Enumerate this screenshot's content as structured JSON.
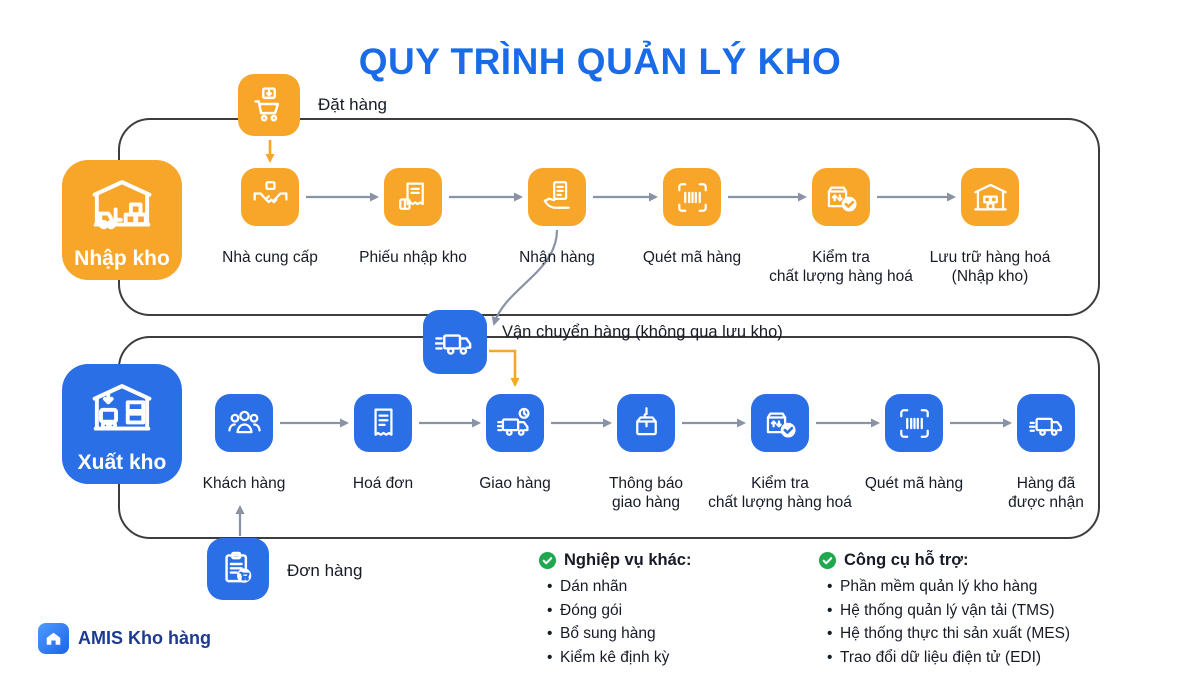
{
  "title": "QUY TRÌNH QUẢN LÝ KHO",
  "colors": {
    "orange": "#F8A62A",
    "blue": "#2B6FE6",
    "title": "#1A6BE8",
    "green": "#1FA84F",
    "arrow": "#8A93A6",
    "frame_border": "#3D3D3D",
    "text": "#161B26",
    "logo_text": "#1D3A8F"
  },
  "flows": [
    {
      "id": "nhap-kho",
      "label": "Nhập kho",
      "theme": "orange",
      "badge_icon": "warehouse-forklift-icon",
      "steps": [
        {
          "label": "Nhà cung cấp",
          "icon": "handshake-icon"
        },
        {
          "label": "Phiếu nhập kho",
          "icon": "receipt-box-icon"
        },
        {
          "label": "Nhận hàng",
          "icon": "hand-receipt-icon"
        },
        {
          "label": "Quét mã hàng",
          "icon": "barcode-scan-icon"
        },
        {
          "label": "Kiểm tra\nchất lượng hàng hoá",
          "icon": "quality-check-icon"
        },
        {
          "label": "Lưu trữ hàng hoá\n(Nhập kho)",
          "icon": "storage-shelf-icon"
        }
      ]
    },
    {
      "id": "xuat-kho",
      "label": "Xuất kho",
      "theme": "blue",
      "badge_icon": "warehouse-truck-icon",
      "steps": [
        {
          "label": "Khách hàng",
          "icon": "customers-icon"
        },
        {
          "label": "Hoá đơn",
          "icon": "invoice-icon"
        },
        {
          "label": "Giao hàng",
          "icon": "delivery-truck-icon"
        },
        {
          "label": "Thông báo\ngiao hàng",
          "icon": "package-notify-icon"
        },
        {
          "label": "Kiểm tra\nchất lượng hàng hoá",
          "icon": "quality-check-icon"
        },
        {
          "label": "Quét mã hàng",
          "icon": "barcode-scan-icon"
        },
        {
          "label": "Hàng đã\nđược nhận",
          "icon": "received-truck-icon"
        }
      ]
    }
  ],
  "annotations": {
    "dat_hang": {
      "label": "Đặt hàng",
      "icon": "order-cart-icon"
    },
    "van_chuyen": {
      "label": "Vận chuyển hàng (không qua lưu kho)",
      "icon": "shipping-truck-icon"
    },
    "don_hang": {
      "label": "Đơn hàng",
      "icon": "order-clipboard-icon"
    }
  },
  "lists": [
    {
      "title": "Nghiệp vụ khác:",
      "items": [
        "Dán nhãn",
        "Đóng gói",
        "Bổ sung hàng",
        "Kiểm kê định kỳ"
      ]
    },
    {
      "title": "Công cụ hỗ trợ:",
      "items": [
        "Phần mềm quản lý kho hàng",
        "Hệ thống quản lý vận tải (TMS)",
        "Hệ thống thực thi sản xuất (MES)",
        "Trao đổi dữ liệu điện tử (EDI)"
      ]
    }
  ],
  "logo": {
    "text": "AMIS Kho hàng"
  }
}
